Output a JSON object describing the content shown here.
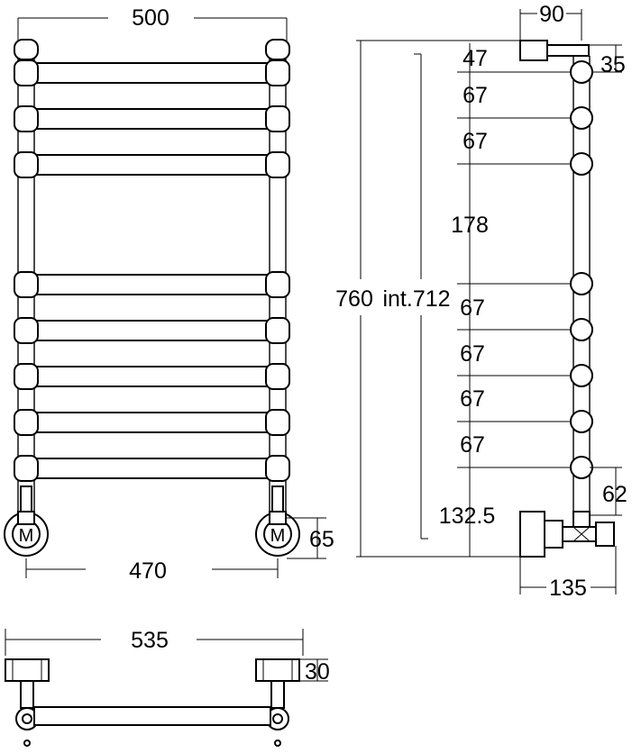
{
  "front_view": {
    "width_top": "500",
    "width_bottom": "470",
    "valve_height": "65",
    "valve_logo": "M"
  },
  "side_view": {
    "depth_top": "90",
    "offset_top": "35",
    "total_height": "760",
    "interaxis": "int.712",
    "spacings": [
      "47",
      "67",
      "67",
      "178",
      "67",
      "67",
      "67",
      "67"
    ],
    "bottom_gap": "62",
    "base_height": "132.5",
    "depth_bottom": "135"
  },
  "top_view": {
    "width": "535",
    "depth": "30"
  }
}
